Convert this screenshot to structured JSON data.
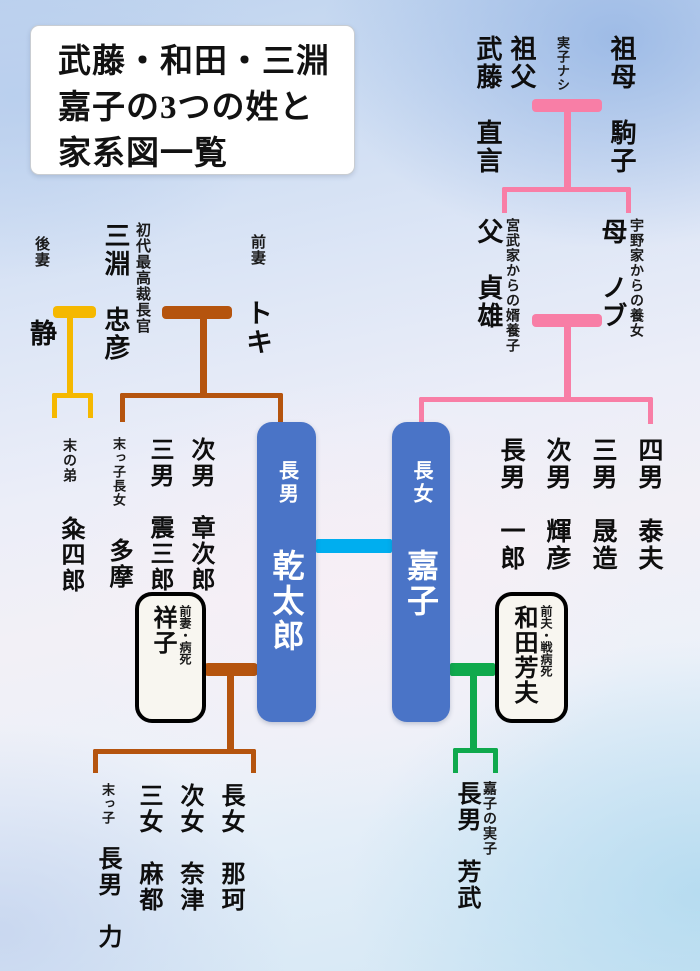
{
  "title": {
    "line1": "武藤・和田・三淵",
    "line2": "嘉子の3つの姓と",
    "line3": "家系図一覧"
  },
  "muto": {
    "grandfather": {
      "label": "祖父",
      "name": "武藤　直言"
    },
    "grandmother": {
      "name": "祖母　駒子"
    },
    "marriage_note": "実子ナシ",
    "father": {
      "name": "父　貞雄",
      "note": "宮武家からの婿養子"
    },
    "mother": {
      "name": "母　ノブ",
      "note": "宇野家からの養女"
    },
    "sons": [
      {
        "name": "長男　一郎"
      },
      {
        "name": "次男　輝彦"
      },
      {
        "name": "三男　晟造"
      },
      {
        "name": "四男　泰夫"
      }
    ]
  },
  "mibuchi": {
    "patriarch": {
      "name": "三淵　忠彦",
      "note": "初代最高裁長官"
    },
    "second_wife": {
      "label": "後妻",
      "name": "静"
    },
    "first_wife": {
      "label": "前妻",
      "name": "トキ"
    },
    "second_wife_child": {
      "label": "末の弟",
      "name": "粂四郎"
    },
    "first_wife_children": [
      {
        "label": "末っ子長女",
        "name": "多摩"
      },
      {
        "name": "三男　震三郎"
      },
      {
        "name": "次男　章次郎"
      }
    ]
  },
  "couple": {
    "husband": {
      "label": "長男",
      "name": "乾太郎"
    },
    "wife": {
      "label": "長女",
      "name": "嘉子"
    }
  },
  "sachiko": {
    "name": "祥子",
    "note": "前妻・病死",
    "children": [
      {
        "label": "末っ子",
        "name": "長男　力"
      },
      {
        "name": "三女　麻都"
      },
      {
        "name": "次女　奈津"
      },
      {
        "name": "長女　那珂"
      }
    ]
  },
  "wada": {
    "name": "和田芳夫",
    "note": "前夫・戦病死",
    "child": {
      "name": "長男　芳武",
      "note": "嘉子の実子"
    }
  },
  "colors": {
    "pink": "#f87ea6",
    "brown": "#b5540e",
    "yellow": "#f5b800",
    "green": "#0fa94d",
    "cyan": "#00aeef",
    "box_blue": "#4a74c7"
  }
}
